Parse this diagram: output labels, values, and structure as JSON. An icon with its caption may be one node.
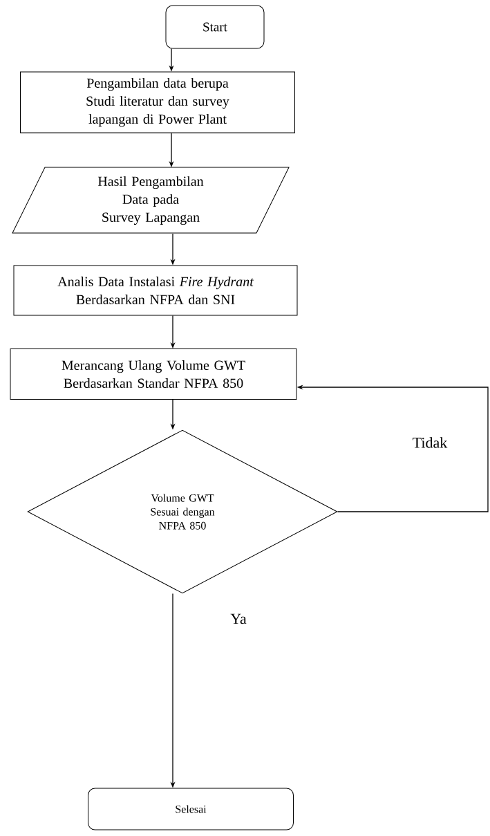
{
  "diagram": {
    "nodes": [
      {
        "text": [
          "Start"
        ]
      },
      {
        "text": [
          "Pengambilan data berupa Studi literatur dan survey lapangan di Power Plant"
        ]
      },
      {
        "text": [
          "Hasil Pengambilan Data pada Survey Lapangan"
        ]
      },
      {
        "text": [
          "Analis Data Instalasi *Fire Hydrant* Berdasarkan NFPA dan SNI"
        ]
      },
      {
        "text": [
          "Merancang Ulang Volume GWT Berdasarkan Standar NFPA 850"
        ]
      },
      {
        "text": [
          "Volume GWT Sesuai dengan NFPA 850"
        ]
      },
      {
        "text": [
          "Selesai"
        ]
      }
    ],
    "edges": [
      {
        "from": 0,
        "to": 1,
        "arrow": "to"
      },
      {
        "from": 1,
        "to": 2,
        "arrow": "to"
      },
      {
        "from": 2,
        "to": 3,
        "arrow": "to"
      },
      {
        "from": 3,
        "to": 4,
        "arrow": "to"
      },
      {
        "from": 4,
        "to": 5,
        "arrow": "to"
      },
      {
        "from": 5,
        "to": 6,
        "arrow": "to",
        "label": "Ya"
      },
      {
        "from": 5,
        "to": 4,
        "arrow": "to",
        "label": "Tidak"
      }
    ]
  }
}
